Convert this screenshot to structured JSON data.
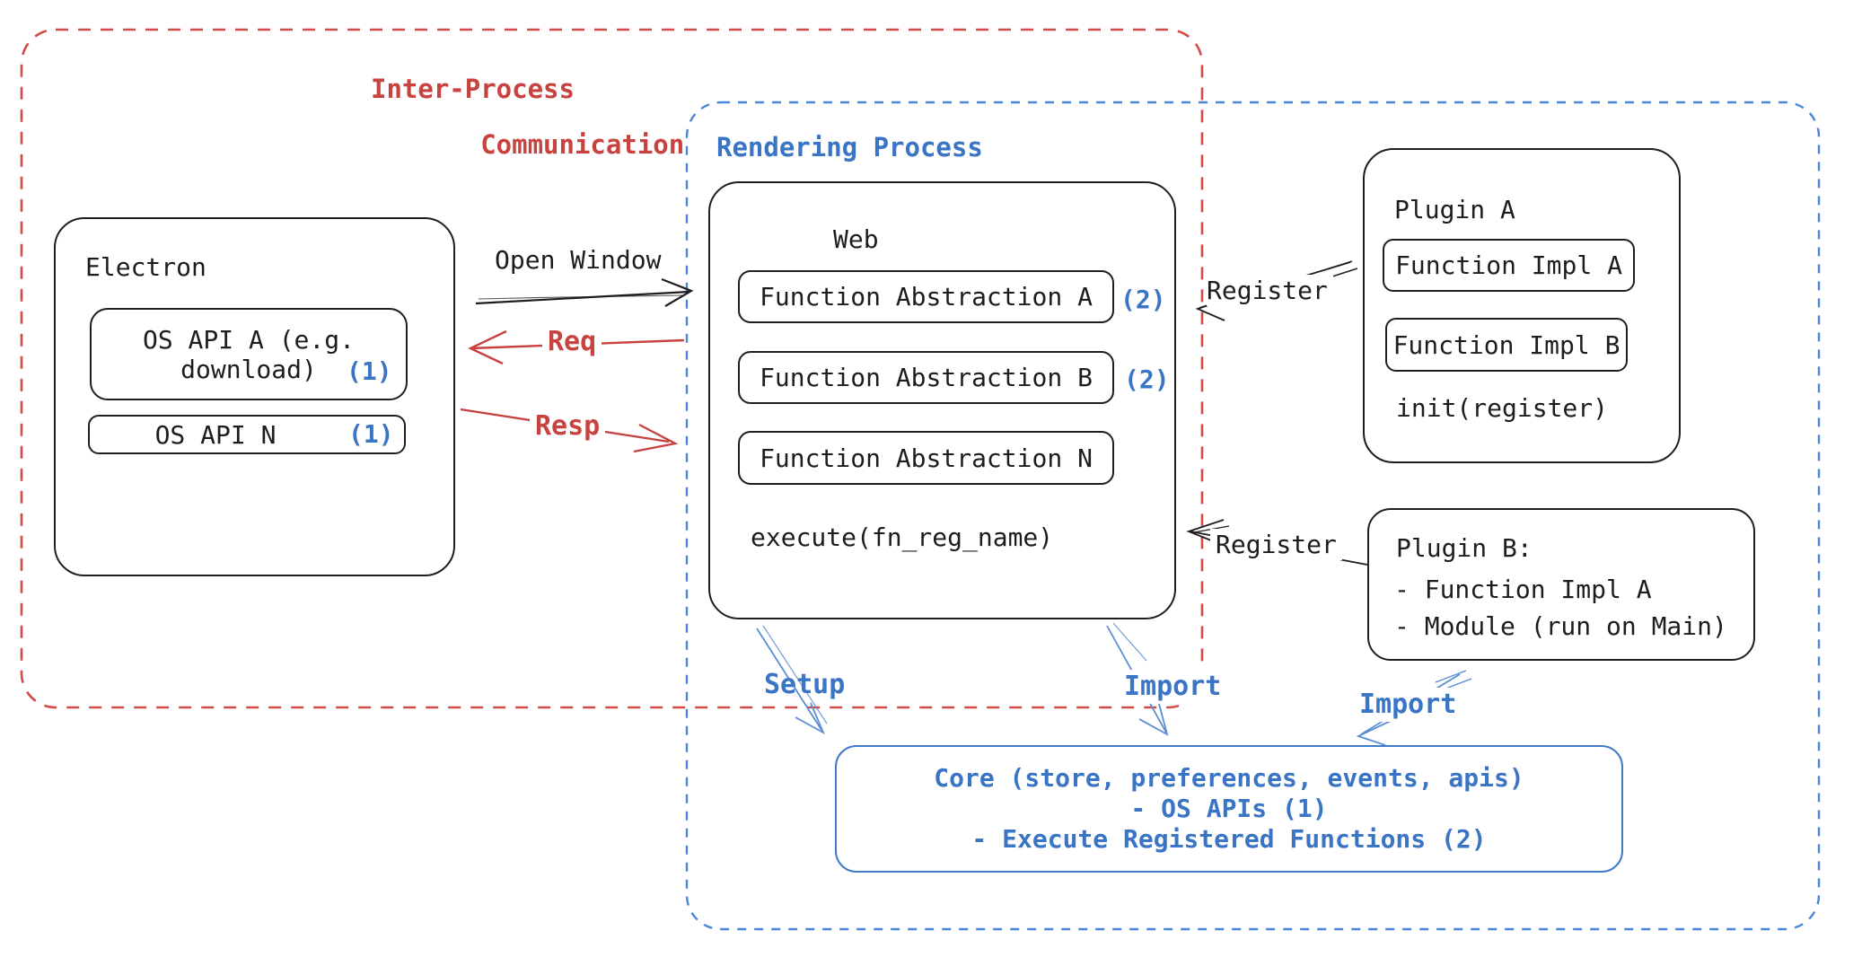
{
  "colors": {
    "stroke_black": "#1e1e1e",
    "red": "#c8423f",
    "red_dash": "#d14b47",
    "blue_text": "#3a74c4",
    "blue_dash": "#4c86d9",
    "blue_arrow": "#5b8ed2",
    "core_border": "#3f7bc8"
  },
  "ipc": {
    "title_line1": "Inter-Process",
    "title_line2": "Communication"
  },
  "rendering": {
    "title": "Rendering Process"
  },
  "electron": {
    "title": "Electron",
    "os_api_a_line1": "OS API A (e.g.",
    "os_api_a_line2": "download)",
    "os_api_a_num": "(1)",
    "os_api_n": "OS API N",
    "os_api_n_num": "(1)"
  },
  "web": {
    "title": "Web",
    "fn_a": "Function Abstraction A",
    "fn_a_num": "(2)",
    "fn_b": "Function Abstraction B",
    "fn_b_num": "(2)",
    "fn_n": "Function Abstraction N",
    "execute_fn": "execute(fn_reg_name)"
  },
  "plugin_a": {
    "title": "Plugin A",
    "impl_a": "Function Impl A",
    "impl_b": "Function Impl B",
    "init_fn": "init(register)"
  },
  "plugin_b": {
    "title": "Plugin B:",
    "item_1": "- Function Impl A",
    "item_2": "- Module (run on Main)"
  },
  "core": {
    "line_1": "Core (store, preferences, events, apis)",
    "line_2": "- OS APIs (1)",
    "line_3": "- Execute Registered Functions (2)"
  },
  "arrows": {
    "open_window": "Open Window",
    "req": "Req",
    "resp": "Resp",
    "register_top": "Register",
    "register_bottom": "Register",
    "setup": "Setup",
    "import_web": "Import",
    "import_plugin_b": "Import"
  }
}
